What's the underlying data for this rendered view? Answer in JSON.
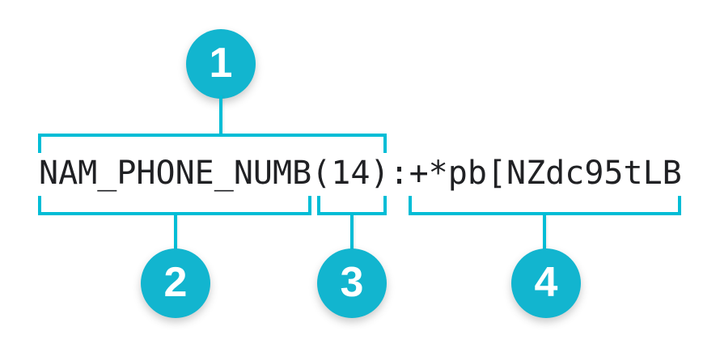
{
  "diagram": {
    "field_string": {
      "name": "NAM_PHONE_NUMB",
      "length": "(14)",
      "separator": ":",
      "value": "+*pb[NZdc95tLB"
    },
    "callouts": [
      {
        "number": "1"
      },
      {
        "number": "2"
      },
      {
        "number": "3"
      },
      {
        "number": "4"
      }
    ],
    "colors": {
      "accent_line": "#00bdd6",
      "badge_fill": "#12b5cf",
      "badge_text": "#ffffff",
      "code_text": "#202124",
      "background": "#ffffff"
    }
  }
}
